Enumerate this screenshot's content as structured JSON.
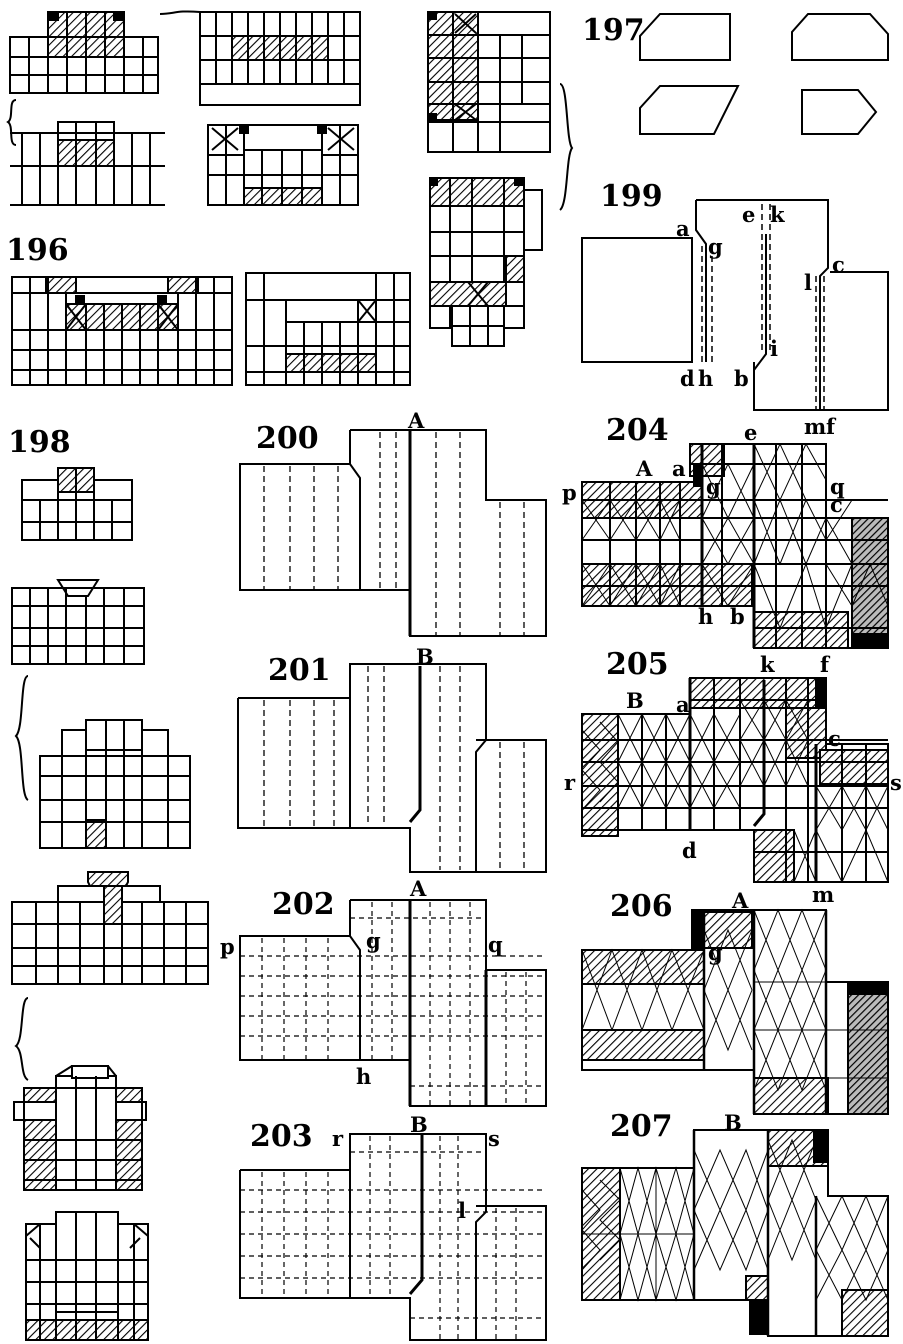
{
  "figures": [
    {
      "number": "196"
    },
    {
      "number": "197"
    },
    {
      "number": "198"
    },
    {
      "number": "199",
      "letters": [
        "a",
        "g",
        "e",
        "k",
        "l",
        "c",
        "i",
        "d",
        "h",
        "b"
      ]
    },
    {
      "number": "200",
      "letters": [
        "A"
      ]
    },
    {
      "number": "201",
      "letters": [
        "B"
      ]
    },
    {
      "number": "202",
      "letters": [
        "A",
        "p",
        "g",
        "q",
        "h"
      ]
    },
    {
      "number": "203",
      "letters": [
        "B",
        "r",
        "s",
        "l"
      ]
    },
    {
      "number": "204",
      "letters": [
        "e",
        "m",
        "f",
        "A",
        "a",
        "p",
        "g",
        "q",
        "c",
        "h",
        "b"
      ]
    },
    {
      "number": "205",
      "letters": [
        "k",
        "f",
        "B",
        "a",
        "c",
        "r",
        "s",
        "d",
        "m"
      ]
    },
    {
      "number": "206",
      "letters": [
        "A",
        "g"
      ]
    },
    {
      "number": "207",
      "letters": [
        "B"
      ]
    }
  ]
}
